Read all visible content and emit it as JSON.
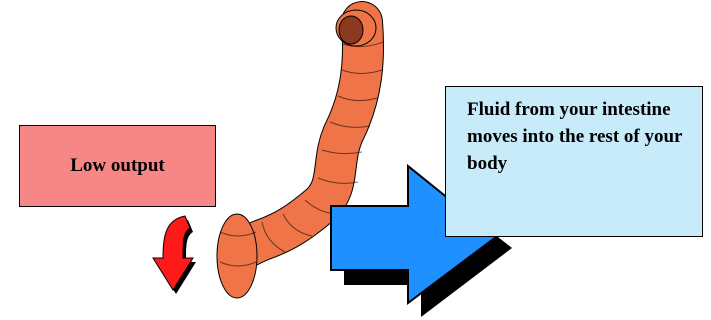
{
  "labels": {
    "low_output": "Low output",
    "fluid_movement": "Fluid from your intestine moves into the rest of your body"
  },
  "colors": {
    "low_output_box": "#f78686",
    "fluid_box": "#c8ebfa",
    "intestine": "#ef7447",
    "intestine_lumen": "#8b3a1f",
    "blue_arrow": "#1e90ff",
    "red_arrow": "#ff1a1a",
    "outline": "#000000"
  },
  "icons": {
    "intestine": "intestine-illustration",
    "large_arrow": "arrow-right-icon",
    "small_arrow": "arrow-down-curved-icon"
  }
}
